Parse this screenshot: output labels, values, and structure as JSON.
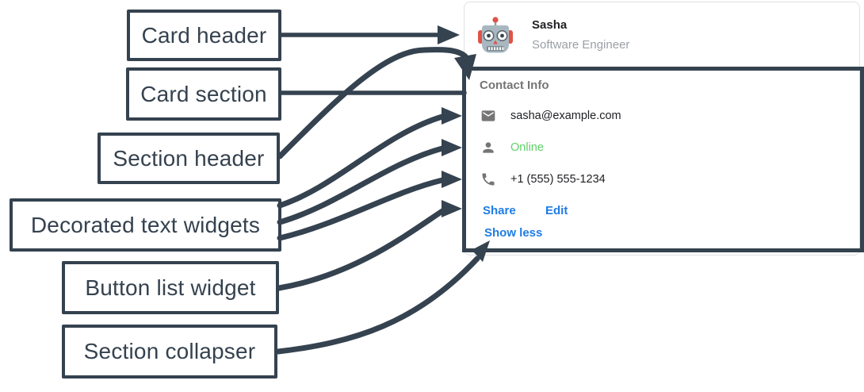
{
  "colors": {
    "arrow": "#35424f",
    "link_blue": "#1f7ce4",
    "status_green": "#5fd068",
    "icon_gray": "#757575",
    "section_title_gray": "#757575",
    "subtitle_gray": "#9aa0a6",
    "text_dark": "#202124",
    "card_border": "#dfe1e5"
  },
  "annotations": [
    {
      "label": "Card header"
    },
    {
      "label": "Card section"
    },
    {
      "label": "Section header"
    },
    {
      "label": "Decorated text widgets"
    },
    {
      "label": "Button list widget"
    },
    {
      "label": "Section collapser"
    }
  ],
  "card": {
    "header": {
      "avatar": "robot-emoji",
      "name": "Sasha",
      "subtitle": "Software Engineer"
    },
    "section": {
      "title": "Contact Info",
      "rows": [
        {
          "icon": "email-icon",
          "text": "sasha@example.com",
          "style": "default"
        },
        {
          "icon": "person-icon",
          "text": "Online",
          "style": "green"
        },
        {
          "icon": "phone-icon",
          "text": "+1 (555) 555-1234",
          "style": "default"
        }
      ],
      "buttons": [
        {
          "label": "Share"
        },
        {
          "label": "Edit"
        }
      ],
      "collapser": {
        "label": "Show less"
      }
    }
  }
}
